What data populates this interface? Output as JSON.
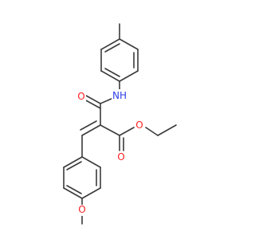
{
  "molecule": {
    "atoms": {
      "amide_n": {
        "element": "N",
        "label": "NH",
        "color": "#2f3fe6"
      },
      "amide_o": {
        "element": "O",
        "label": "O",
        "color": "#ff1f1f"
      },
      "ester_carbonyl_o": {
        "element": "O",
        "label": "O",
        "color": "#ff1f1f"
      },
      "ester_alkoxy_o": {
        "element": "O",
        "label": "O",
        "color": "#ff1f1f"
      },
      "methoxy_o": {
        "element": "O",
        "label": "O",
        "color": "#ff1f1f"
      }
    },
    "bond_color": "#3a3a3a"
  }
}
